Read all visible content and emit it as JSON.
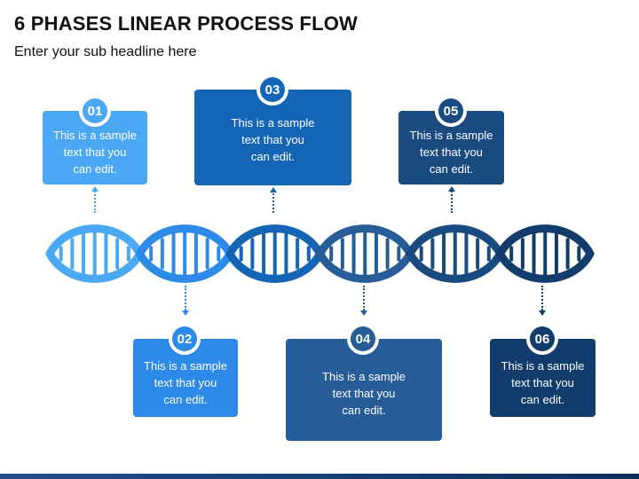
{
  "title": "6 PHASES LINEAR PROCESS FLOW",
  "subtitle": "Enter your sub headline here",
  "colors": {
    "c1": "#4aa8f5",
    "c2": "#2e8ae8",
    "c3": "#1565b6",
    "c4": "#265d98",
    "c5": "#1a4b80",
    "c6": "#123c6b"
  },
  "phases": [
    {
      "num": "01",
      "text": "This is a sample\ntext that you\ncan edit."
    },
    {
      "num": "02",
      "text": "This is a sample\ntext that you\ncan edit."
    },
    {
      "num": "03",
      "text": "This is a sample\ntext that you\ncan edit."
    },
    {
      "num": "04",
      "text": "This is a sample\ntext that you\ncan edit."
    },
    {
      "num": "05",
      "text": "This is a sample\ntext that you\ncan edit."
    },
    {
      "num": "06",
      "text": "This is a sample\ntext that you\ncan edit."
    }
  ]
}
